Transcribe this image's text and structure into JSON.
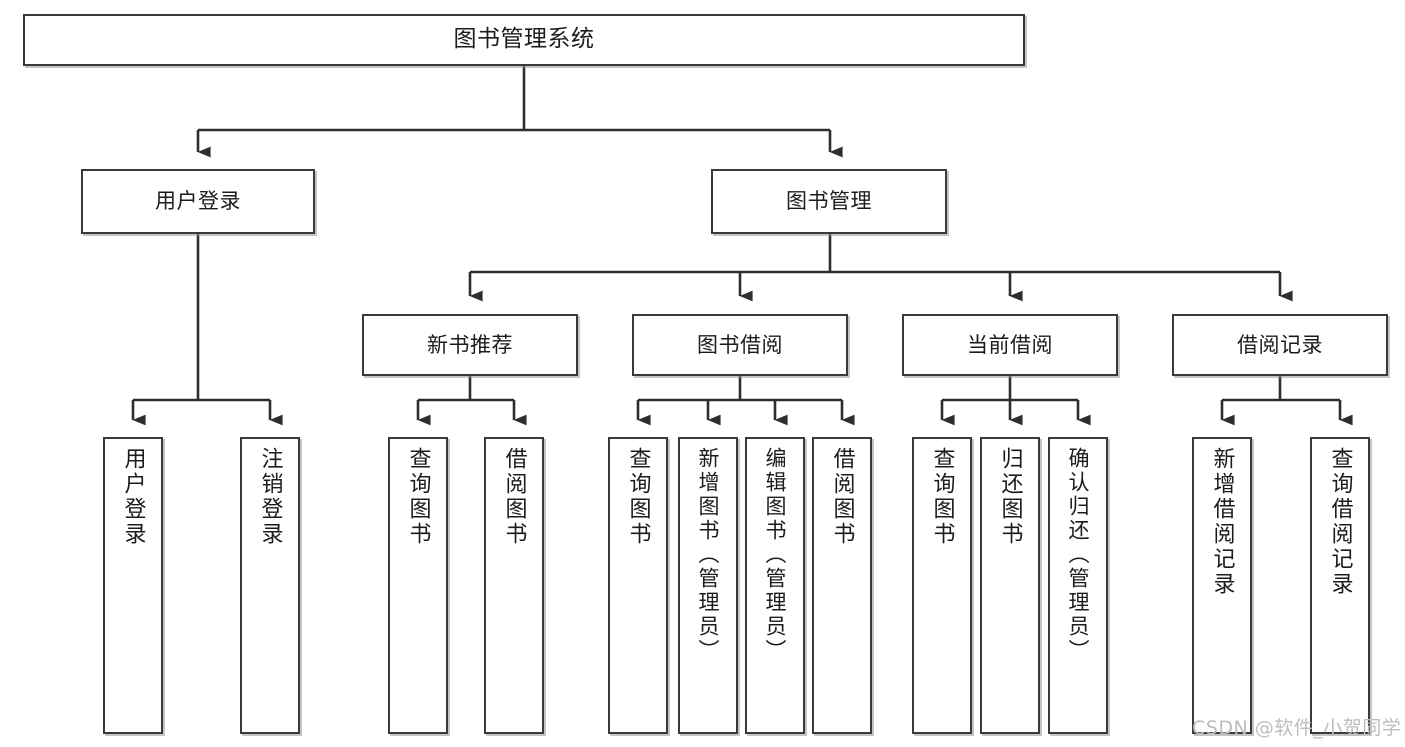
{
  "diagram": {
    "title": "图书管理系统",
    "type": "tree-hierarchy",
    "watermark": "CSDN @软件_小贺同学",
    "colors": {
      "box_border": "#3a3a3a",
      "box_fill": "#ffffff",
      "connector": "#2e2e2e",
      "text": "#1c1c1c",
      "watermark": "#bdbdbd",
      "background": "#ffffff"
    },
    "nodes": {
      "root": {
        "label": "图书管理系统"
      },
      "level1": [
        {
          "id": "user-login",
          "label": "用户登录"
        },
        {
          "id": "book-management",
          "label": "图书管理"
        }
      ],
      "level2": [
        {
          "id": "new-book-recommend",
          "label": "新书推荐"
        },
        {
          "id": "book-borrow",
          "label": "图书借阅"
        },
        {
          "id": "current-borrow",
          "label": "当前借阅"
        },
        {
          "id": "borrow-record",
          "label": "借阅记录"
        }
      ],
      "leaves": [
        {
          "id": "leaf-user-login",
          "label": "用户登录",
          "parent": "user-login"
        },
        {
          "id": "leaf-logout-login",
          "label": "注销登录",
          "parent": "user-login"
        },
        {
          "id": "leaf-query-book-1",
          "label": "查询图书",
          "parent": "new-book-recommend"
        },
        {
          "id": "leaf-borrow-book-1",
          "label": "借阅图书",
          "parent": "new-book-recommend"
        },
        {
          "id": "leaf-query-book-2",
          "label": "查询图书",
          "parent": "book-borrow"
        },
        {
          "id": "leaf-add-book",
          "label": "新增图书（管理员）",
          "parent": "book-borrow"
        },
        {
          "id": "leaf-edit-book",
          "label": "编辑图书（管理员）",
          "parent": "book-borrow"
        },
        {
          "id": "leaf-borrow-book-2",
          "label": "借阅图书",
          "parent": "book-borrow"
        },
        {
          "id": "leaf-query-book-3",
          "label": "查询图书",
          "parent": "current-borrow"
        },
        {
          "id": "leaf-return-book",
          "label": "归还图书",
          "parent": "current-borrow"
        },
        {
          "id": "leaf-confirm-return",
          "label": "确认归还（管理员）",
          "parent": "current-borrow"
        },
        {
          "id": "leaf-add-record",
          "label": "新增借阅记录",
          "parent": "borrow-record"
        },
        {
          "id": "leaf-query-record",
          "label": "查询借阅记录",
          "parent": "borrow-record"
        }
      ]
    }
  }
}
